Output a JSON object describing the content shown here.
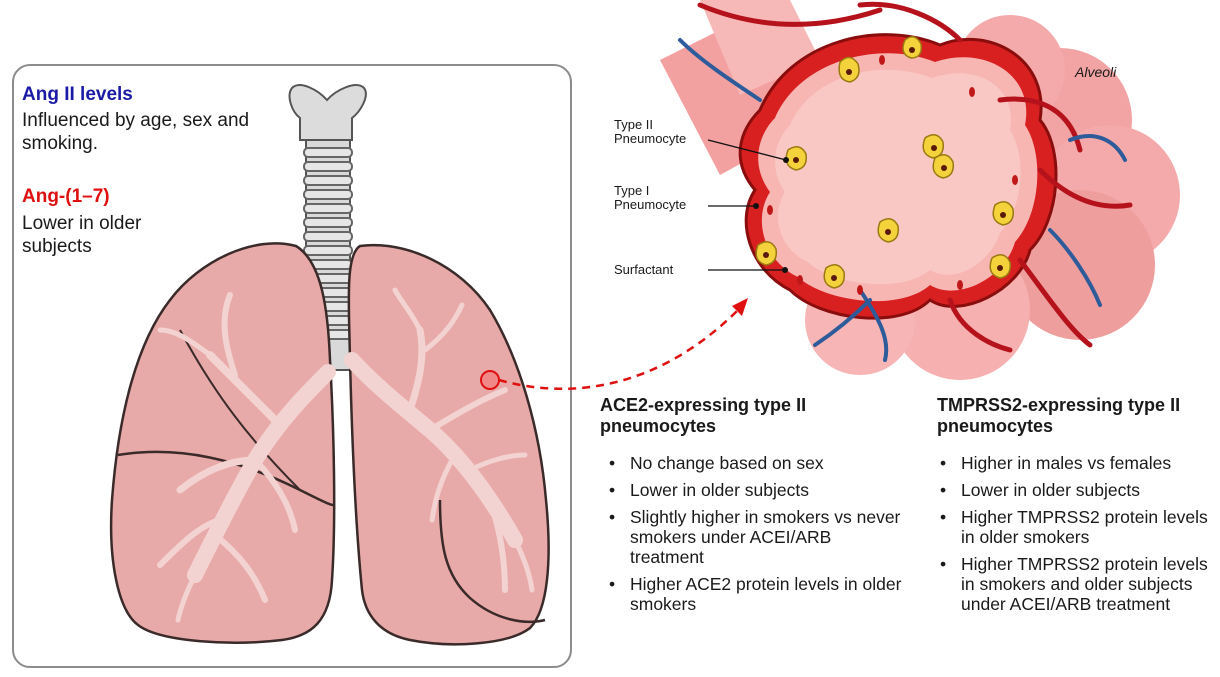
{
  "left_panel": {
    "ang2": {
      "title": "Ang II levels",
      "description": "Influenced by age, sex and smoking.",
      "title_color": "#1a1aa6"
    },
    "ang17": {
      "title": "Ang-(1–7)",
      "description": "Lower in older subjects",
      "title_color": "#e01010"
    }
  },
  "alveoli_diagram": {
    "title": "Alveoli",
    "labels": {
      "type2": [
        "Type II",
        "Pneumocyte"
      ],
      "type1": [
        "Type I",
        "Pneumocyte"
      ],
      "surfactant": "Surfactant"
    }
  },
  "ace2_column": {
    "title_lines": [
      "ACE2-expressing type II",
      "pneumocytes"
    ],
    "bullets": [
      "No change based on sex",
      "Lower in older subjects",
      "Slightly higher in smokers vs never smokers under ACEI/ARB treatment",
      "Higher ACE2 protein levels in older smokers"
    ]
  },
  "tmprss2_column": {
    "title_lines": [
      "TMPRSS2-expressing type II",
      "pneumocytes"
    ],
    "bullets": [
      "Higher in males vs females",
      "Lower in older subjects",
      "Higher TMPRSS2 protein levels in older smokers",
      "Higher TMPRSS2 protein levels in smokers and older subjects under ACEI/ARB treatment"
    ]
  },
  "colors": {
    "lung_fill": "#e8aaa8",
    "lung_stroke": "#3a2a2a",
    "airway": "#f3d3d1",
    "vessel_red": "#b5121b",
    "vessel_blue": "#2e5c9a",
    "cell_yellow": "#f3d23c",
    "pointer_red": "#e01010"
  }
}
